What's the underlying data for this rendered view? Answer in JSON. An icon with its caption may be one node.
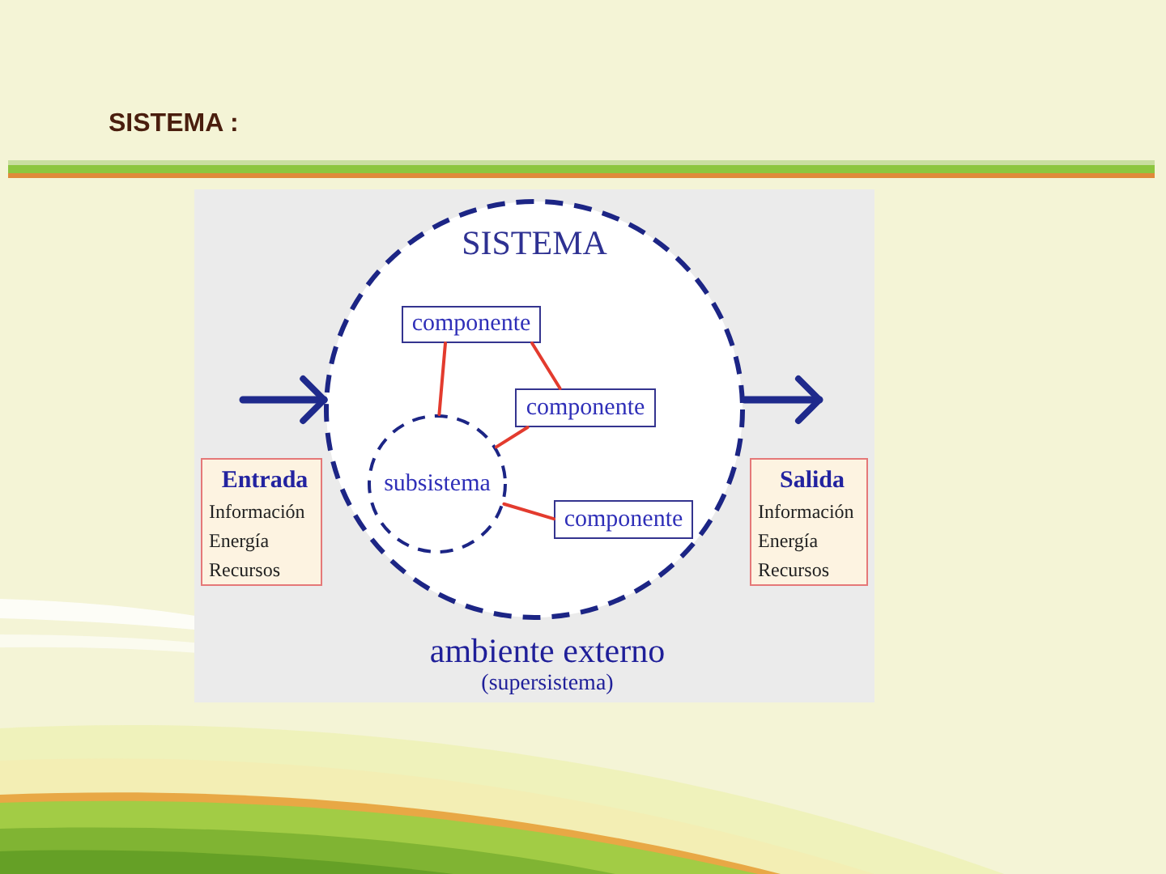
{
  "diagram": {
    "title": "SISTEMA :",
    "nodes": [
      {
        "text": [
          "ambiente externo",
          "(supersistema)"
        ]
      },
      {
        "text": [
          "SISTEMA"
        ],
        "in": 0
      },
      {
        "text": [
          "componente"
        ],
        "in": 1
      },
      {
        "text": [
          "componente"
        ],
        "in": 1
      },
      {
        "text": [
          "subsistema"
        ],
        "in": 1
      },
      {
        "text": [
          "componente"
        ],
        "in": 1
      },
      {
        "text": [
          "Entrada",
          "Información",
          "Energía",
          "Recursos"
        ],
        "in": 0
      },
      {
        "text": [
          "Salida",
          "Información",
          "Energía",
          "Recursos"
        ],
        "in": 0
      }
    ],
    "edges": [
      {
        "from": null,
        "to": 1,
        "arrow": "to",
        "style": "thick",
        "color": "#1f2a8c"
      },
      {
        "from": 1,
        "to": null,
        "arrow": "to",
        "style": "thick",
        "color": "#1f2a8c"
      },
      {
        "from": 2,
        "to": 4,
        "arrow": "none"
      },
      {
        "from": 2,
        "to": 3,
        "arrow": "none"
      },
      {
        "from": 3,
        "to": 4,
        "arrow": "none"
      },
      {
        "from": 4,
        "to": 5,
        "arrow": "none"
      }
    ]
  }
}
